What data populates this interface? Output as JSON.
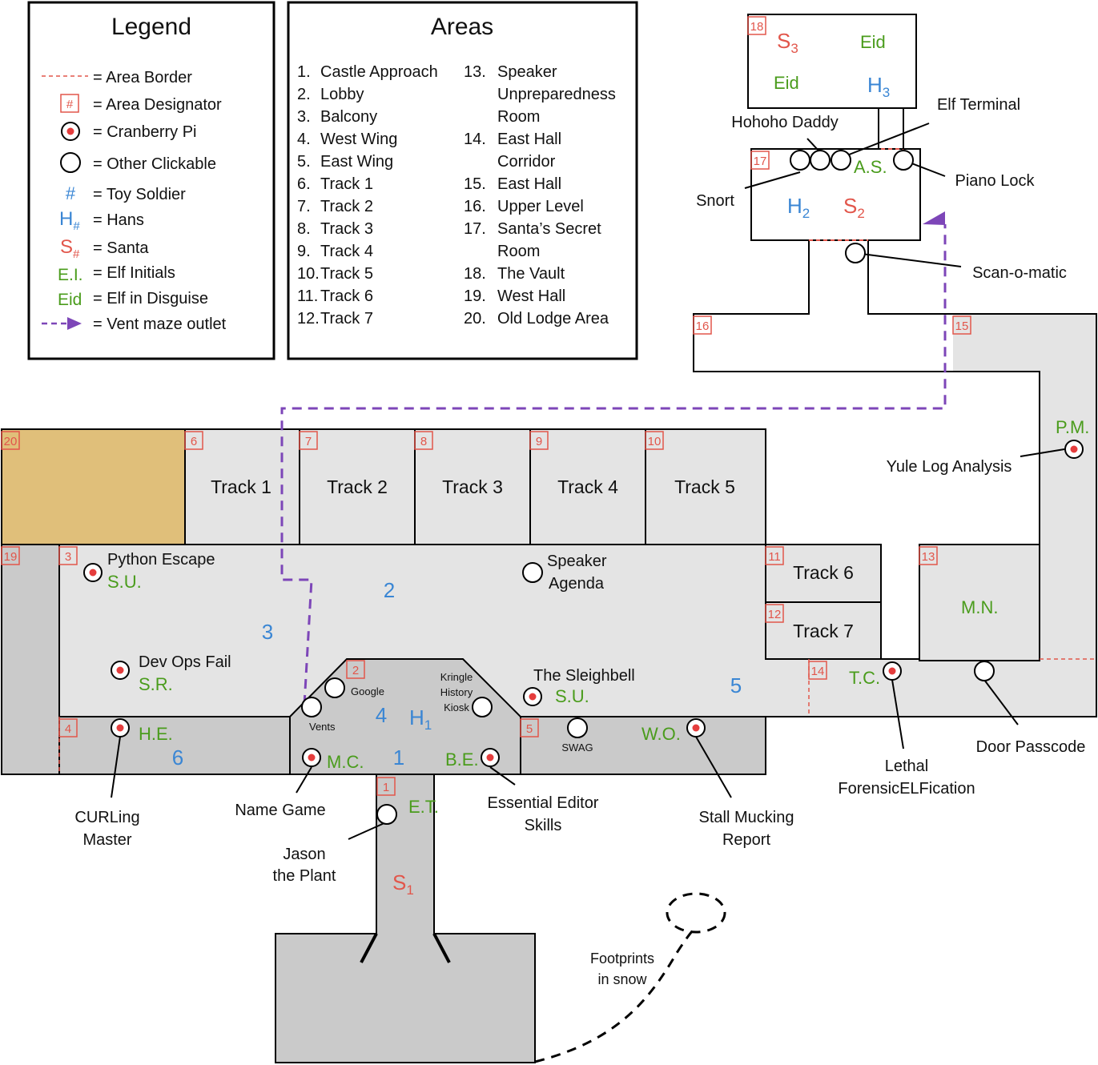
{
  "legend": {
    "title": "Legend",
    "area_border": "= Area Border",
    "designator_symbol": "#",
    "area_designator": "= Area Designator",
    "cranberry_pi": "= Cranberry Pi",
    "other_clickable": "= Other Clickable",
    "toy_soldier_symbol": "#",
    "toy_soldier": "= Toy Soldier",
    "hans_symbol": "H",
    "hans_sub": "#",
    "hans": "= Hans",
    "santa_symbol": "S",
    "santa_sub": "#",
    "santa": "= Santa",
    "elf_initials_symbol": "E.I.",
    "elf_initials": "= Elf Initials",
    "elf_disguise_symbol": "Eid",
    "elf_disguise": "= Elf in Disguise",
    "vent_outlet": "= Vent maze outlet"
  },
  "areas": {
    "title": "Areas",
    "left": [
      {
        "n": "1.",
        "name": "Castle Approach"
      },
      {
        "n": "2.",
        "name": "Lobby"
      },
      {
        "n": "3.",
        "name": "Balcony"
      },
      {
        "n": "4.",
        "name": "West Wing"
      },
      {
        "n": "5.",
        "name": "East Wing"
      },
      {
        "n": "6.",
        "name": "Track 1"
      },
      {
        "n": "7.",
        "name": "Track 2"
      },
      {
        "n": "8.",
        "name": "Track 3"
      },
      {
        "n": "9.",
        "name": "Track 4"
      },
      {
        "n": "10.",
        "name": "Track 5"
      },
      {
        "n": "11.",
        "name": "Track 6"
      },
      {
        "n": "12.",
        "name": "Track 7"
      }
    ],
    "right": [
      {
        "n": "13.",
        "name": "Speaker"
      },
      {
        "n": "",
        "name": "Unpreparedness"
      },
      {
        "n": "",
        "name": "Room"
      },
      {
        "n": "14.",
        "name": "East Hall"
      },
      {
        "n": "",
        "name": "Corridor"
      },
      {
        "n": "15.",
        "name": "East Hall"
      },
      {
        "n": "16.",
        "name": "Upper Level"
      },
      {
        "n": "17.",
        "name": "Santa’s Secret"
      },
      {
        "n": "",
        "name": "Room"
      },
      {
        "n": "18.",
        "name": "The Vault"
      },
      {
        "n": "19.",
        "name": "West Hall"
      },
      {
        "n": "20.",
        "name": "Old Lodge Area"
      }
    ]
  },
  "tracks": {
    "t1": "Track 1",
    "t2": "Track 2",
    "t3": "Track 3",
    "t4": "Track 4",
    "t5": "Track 5",
    "t6": "Track 6",
    "t7": "Track 7"
  },
  "designators": {
    "d1": "1",
    "d2": "2",
    "d3": "3",
    "d4": "4",
    "d5": "5",
    "d6": "6",
    "d7": "7",
    "d8": "8",
    "d9": "9",
    "d10": "10",
    "d11": "11",
    "d12": "12",
    "d13": "13",
    "d14": "14",
    "d15": "15",
    "d16": "16",
    "d17": "17",
    "d18": "18",
    "d19": "19",
    "d20": "20"
  },
  "soldiers": {
    "s1": "1",
    "s2": "2",
    "s3": "3",
    "s4": "4",
    "s5": "5",
    "s6": "6"
  },
  "hans": {
    "h1": "H",
    "h1_sub": "1",
    "h2": "H",
    "h2_sub": "2",
    "h3": "H",
    "h3_sub": "3"
  },
  "santa": {
    "s1": "S",
    "s1_sub": "1",
    "s2": "S",
    "s2_sub": "2",
    "s3": "S",
    "s3_sub": "3"
  },
  "elves": {
    "su_python": "S.U.",
    "sr": "S.R.",
    "he": "H.E.",
    "mc": "M.C.",
    "be": "B.E.",
    "et": "E.T.",
    "su_sleigh": "S.U.",
    "wo": "W.O.",
    "tc": "T.C.",
    "mn": "M.N.",
    "pm": "P.M.",
    "as": "A.S.",
    "eid_vault1": "Eid",
    "eid_vault2": "Eid"
  },
  "labels": {
    "python_escape": "Python Escape",
    "speaker_agenda_1": "Speaker",
    "speaker_agenda_2": "Agenda",
    "dev_ops_fail": "Dev Ops Fail",
    "google": "Google",
    "kiosk_1": "Kringle",
    "kiosk_2": "History",
    "kiosk_3": "Kiosk",
    "vents": "Vents",
    "sleighbell": "The Sleighbell",
    "swag": "SWAG",
    "curling_1": "CURLing",
    "curling_2": "Master",
    "name_game": "Name Game",
    "jason_1": "Jason",
    "jason_2": "the Plant",
    "editor_1": "Essential Editor",
    "editor_2": "Skills",
    "stall_1": "Stall Mucking",
    "stall_2": "Report",
    "lethal_1": "Lethal",
    "lethal_2": "ForensicELFication",
    "door_passcode": "Door Passcode",
    "yule_log": "Yule Log Analysis",
    "hohoho": "Hohoho Daddy",
    "elf_terminal": "Elf Terminal",
    "piano_lock": "Piano Lock",
    "snort": "Snort",
    "scan": "Scan-o-matic",
    "footprints_1": "Footprints",
    "footprints_2": "in snow"
  },
  "colors": {
    "floor": "#e4e4e4",
    "dark_floor": "#cacaca",
    "lodge": "#e0bf7a",
    "border_red": "#e2564b",
    "vent_purple": "#7d46b8",
    "elf_green": "#4a9c1c",
    "soldier_blue": "#3a86d4"
  }
}
